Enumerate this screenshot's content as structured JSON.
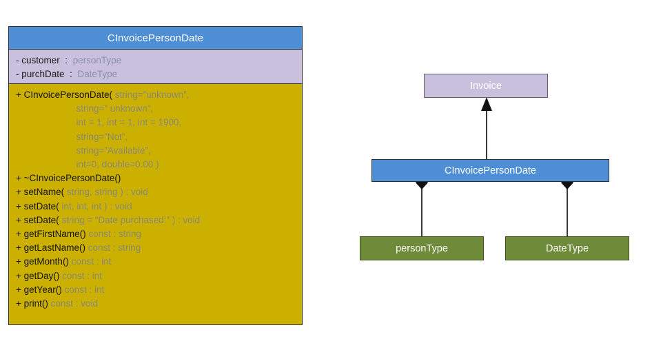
{
  "class_box": {
    "name": "CInvoicePersonDate",
    "attributes": [
      {
        "visibility": "-",
        "name": "customer",
        "type": "personType"
      },
      {
        "visibility": "-",
        "name": "purchDate",
        "type": "DateType"
      }
    ],
    "constructor": {
      "signature_head": "+ CInvoicePersonDate(",
      "params": [
        "string=”unknown”,",
        "string=” unknown”,",
        "int = 1, int = 1, int = 1900,",
        "string=”Not”,",
        "string=”Available”,",
        "int=0, double=0.00 )"
      ]
    },
    "methods": [
      {
        "visibility": "+",
        "name": "~CInvoicePersonDate()",
        "params": "",
        "tail": ""
      },
      {
        "visibility": "+",
        "name": "setName(",
        "params": " string, string ",
        "tail": ") : void"
      },
      {
        "visibility": "+",
        "name": "setDate(",
        "params": " int, int, int ",
        "tail": ") : void"
      },
      {
        "visibility": "+",
        "name": "setDate(",
        "params": " string = “Date purchased:” ",
        "tail": ") : void"
      },
      {
        "visibility": "+",
        "name": "getFirstName()",
        "params": " const ",
        "tail": ": string"
      },
      {
        "visibility": "+",
        "name": "getLastName()",
        "params": " const ",
        "tail": ": string"
      },
      {
        "visibility": "+",
        "name": "getMonth()",
        "params": " const ",
        "tail": ": int"
      },
      {
        "visibility": "+",
        "name": "getDay()",
        "params": " const ",
        "tail": ": int"
      },
      {
        "visibility": "+",
        "name": "getYear()",
        "params": " const ",
        "tail": ": int"
      },
      {
        "visibility": "+",
        "name": "print()",
        "params": " const ",
        "tail": ": void"
      }
    ]
  },
  "relationship_diagram": {
    "nodes": [
      {
        "id": "invoice",
        "label": "Invoice",
        "color": "#c9c0de"
      },
      {
        "id": "cinvoicepersondate",
        "label": "CInvoicePersonDate",
        "color": "#4e8ed4"
      },
      {
        "id": "persontype",
        "label": "personType",
        "color": "#6d8b38"
      },
      {
        "id": "datetype",
        "label": "DateType",
        "color": "#6d8b38"
      }
    ],
    "edges": [
      {
        "from": "cinvoicepersondate",
        "to": "invoice",
        "type": "generalization"
      },
      {
        "from": "cinvoicepersondate",
        "to": "persontype",
        "type": "composition"
      },
      {
        "from": "cinvoicepersondate",
        "to": "datetype",
        "type": "composition"
      }
    ]
  },
  "colors": {
    "header_blue": "#4e8ed4",
    "attribute_lavender": "#c9c0de",
    "method_gold": "#ccb000",
    "node_green": "#6d8b38",
    "type_text": "#8a8fa8",
    "method_dim_text": "#8a8a72",
    "border": "#2b2f3a"
  }
}
